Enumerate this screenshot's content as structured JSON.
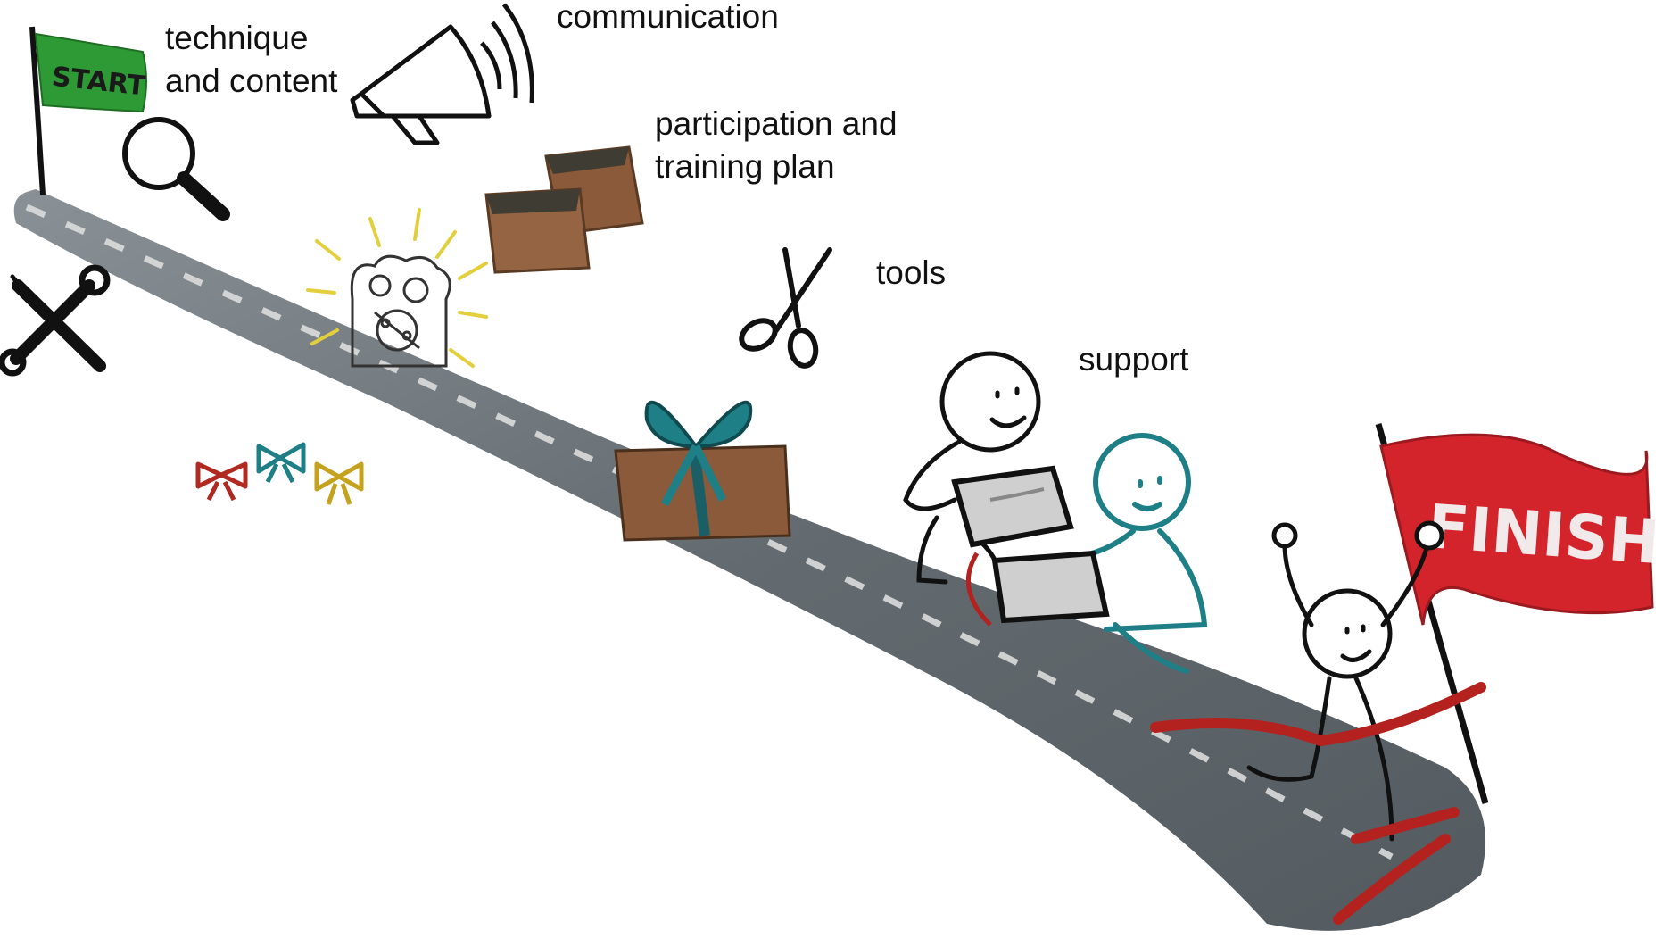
{
  "labels": {
    "technique": "technique\nand content",
    "communication": "communication",
    "participation": "participation and\ntraining plan",
    "tools": "tools",
    "support": "support"
  },
  "flags": {
    "start": "START",
    "finish": "FINISH"
  },
  "icons": [
    "start-flag-icon",
    "magnifier-icon",
    "megaphone-icon",
    "boxes-icon",
    "wrench-screwdriver-icon",
    "gears-brain-icon",
    "bows-icon",
    "scissors-icon",
    "gift-icon",
    "person-icon",
    "laptop-icon",
    "finish-flag-icon",
    "finish-tape-icon"
  ],
  "colors": {
    "road": "#5f666b",
    "road_dash": "#d6d6d6",
    "start_flag": "#2e9a35",
    "finish_flag": "#d4242b",
    "teal": "#1f7f86",
    "box": "#8a5a3a",
    "tape": "#b3221e",
    "bulb_ray": "#e3cf3c"
  }
}
